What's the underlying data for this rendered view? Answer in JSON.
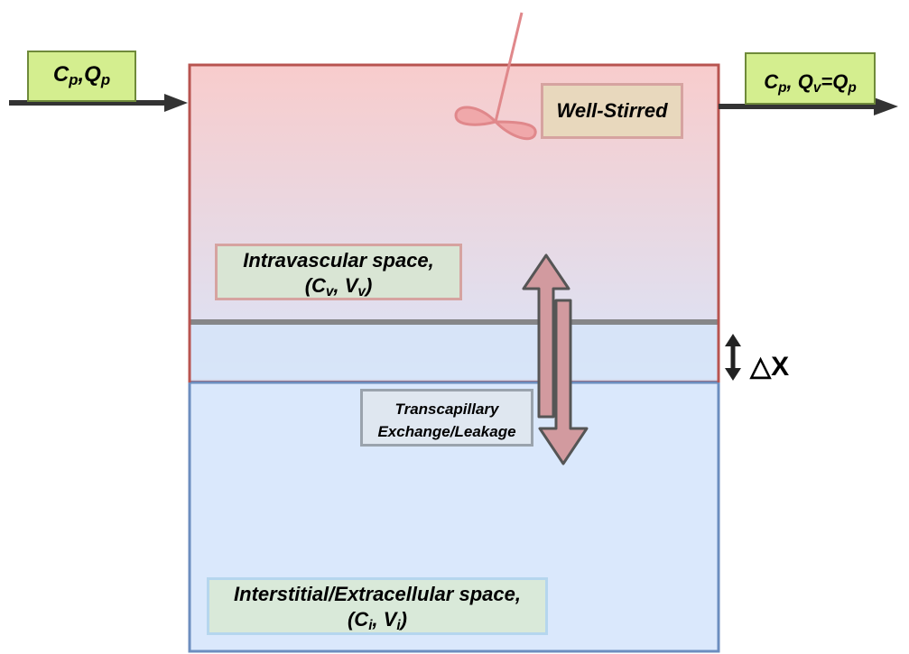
{
  "inflow": {
    "c": "C",
    "c_sub": "p",
    "sep": ",",
    "q": "Q",
    "q_sub": "p"
  },
  "outflow": {
    "c": "C",
    "c_sub": "p",
    "sep": ", ",
    "q": "Q",
    "q_sub": "v",
    "eq": "=",
    "q2": "Q",
    "q2_sub": "p"
  },
  "stirred": {
    "label": "Well-Stirred"
  },
  "intravascular": {
    "line1": "Intravascular space,",
    "open": "(C",
    "c_sub": "v",
    "mid": ", V",
    "v_sub": "v",
    "close": ")"
  },
  "exchange": {
    "line1": "Transcapillary",
    "line2": "Exchange/Leakage"
  },
  "interstitial": {
    "line1": "Interstitial/Extracellular space,",
    "open": "(C",
    "c_sub": "i",
    "mid": ", V",
    "v_sub": "i",
    "close": ")"
  },
  "thickness": {
    "label": "△X"
  },
  "colors": {
    "vascular_fill_top": "#f8cccc",
    "vascular_border": "#b85450",
    "interstitial_fill": "#dae8fc",
    "interstitial_border": "#6c8ebf",
    "membrane": "#777777",
    "exchange_arrow_fill": "#d29a9f",
    "exchange_arrow_stroke": "#555555",
    "flow_arrow": "#333333",
    "stirrer": "#e0888b"
  }
}
